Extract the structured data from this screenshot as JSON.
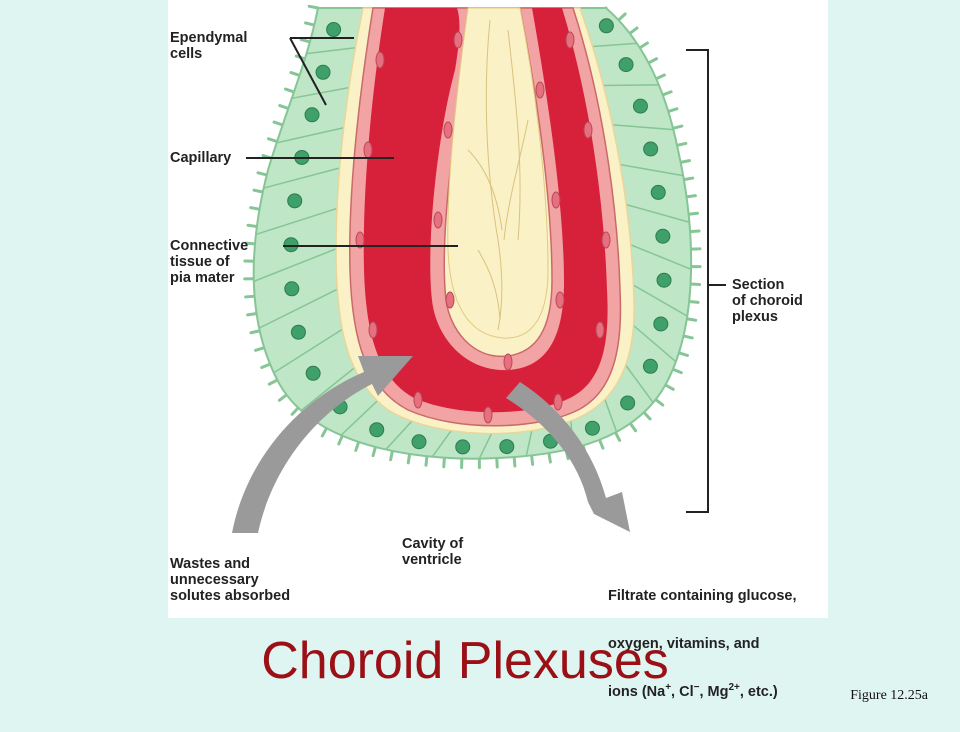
{
  "slide": {
    "title": "Choroid Plexuses",
    "figure_caption": "Figure 12.25a"
  },
  "labels": {
    "ependymal": "Ependymal\ncells",
    "capillary": "Capillary",
    "connective": "Connective\ntissue of\npia mater",
    "section": "Section\nof choroid\nplexus",
    "cavity": "Cavity of\nventricle",
    "wastes": "Wastes and\nunnecessary\nsolutes absorbed",
    "filtrate_line1": "Filtrate containing glucose,",
    "filtrate_line2": "oxygen, vitamins, and",
    "filtrate_ions_prefix": "ions (Na",
    "filtrate_na_sup": "+",
    "filtrate_ions_mid1": ", Cl",
    "filtrate_cl_sup": "−",
    "filtrate_ions_mid2": ", Mg",
    "filtrate_mg_sup": "2+",
    "filtrate_ions_suffix": ", etc.)"
  },
  "colors": {
    "background": "#dff5f2",
    "title": "#9b0f16",
    "epithelium": "#bfe6c6",
    "nucleus": "#3fa06a",
    "capillary": "#d7213a",
    "endothelium": "#f2a3a3",
    "connective": "#fbf1c6",
    "arrow": "#9a9a9a"
  },
  "icons": [
    "absorption-arrow-icon",
    "filtration-arrow-icon"
  ]
}
